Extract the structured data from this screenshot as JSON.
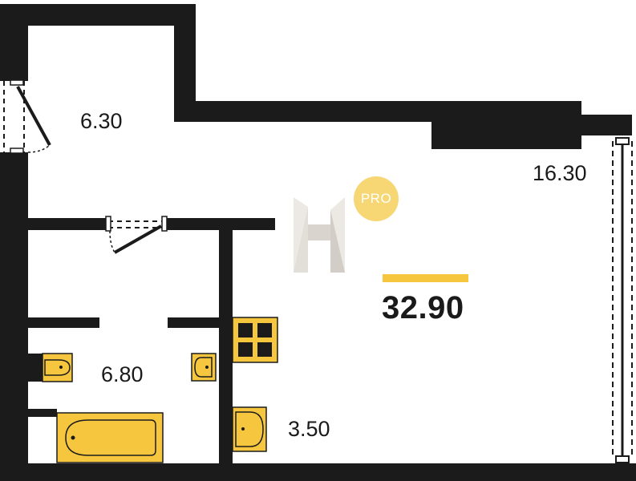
{
  "rooms": [
    {
      "id": "hall",
      "area": "6.30"
    },
    {
      "id": "living",
      "area": "16.30"
    },
    {
      "id": "bathroom",
      "area": "6.80"
    },
    {
      "id": "kitchen",
      "area": "3.50"
    }
  ],
  "total_area": "32.90",
  "badge": {
    "text": "PRO"
  },
  "colors": {
    "wall": "#1b1b1b",
    "fixture_fill": "#f6c73e",
    "accent_bar": "#f6c73e",
    "badge_bg": "#f7d774",
    "logo_light": "#ece8e3",
    "logo_dark": "#d2cdc6"
  }
}
